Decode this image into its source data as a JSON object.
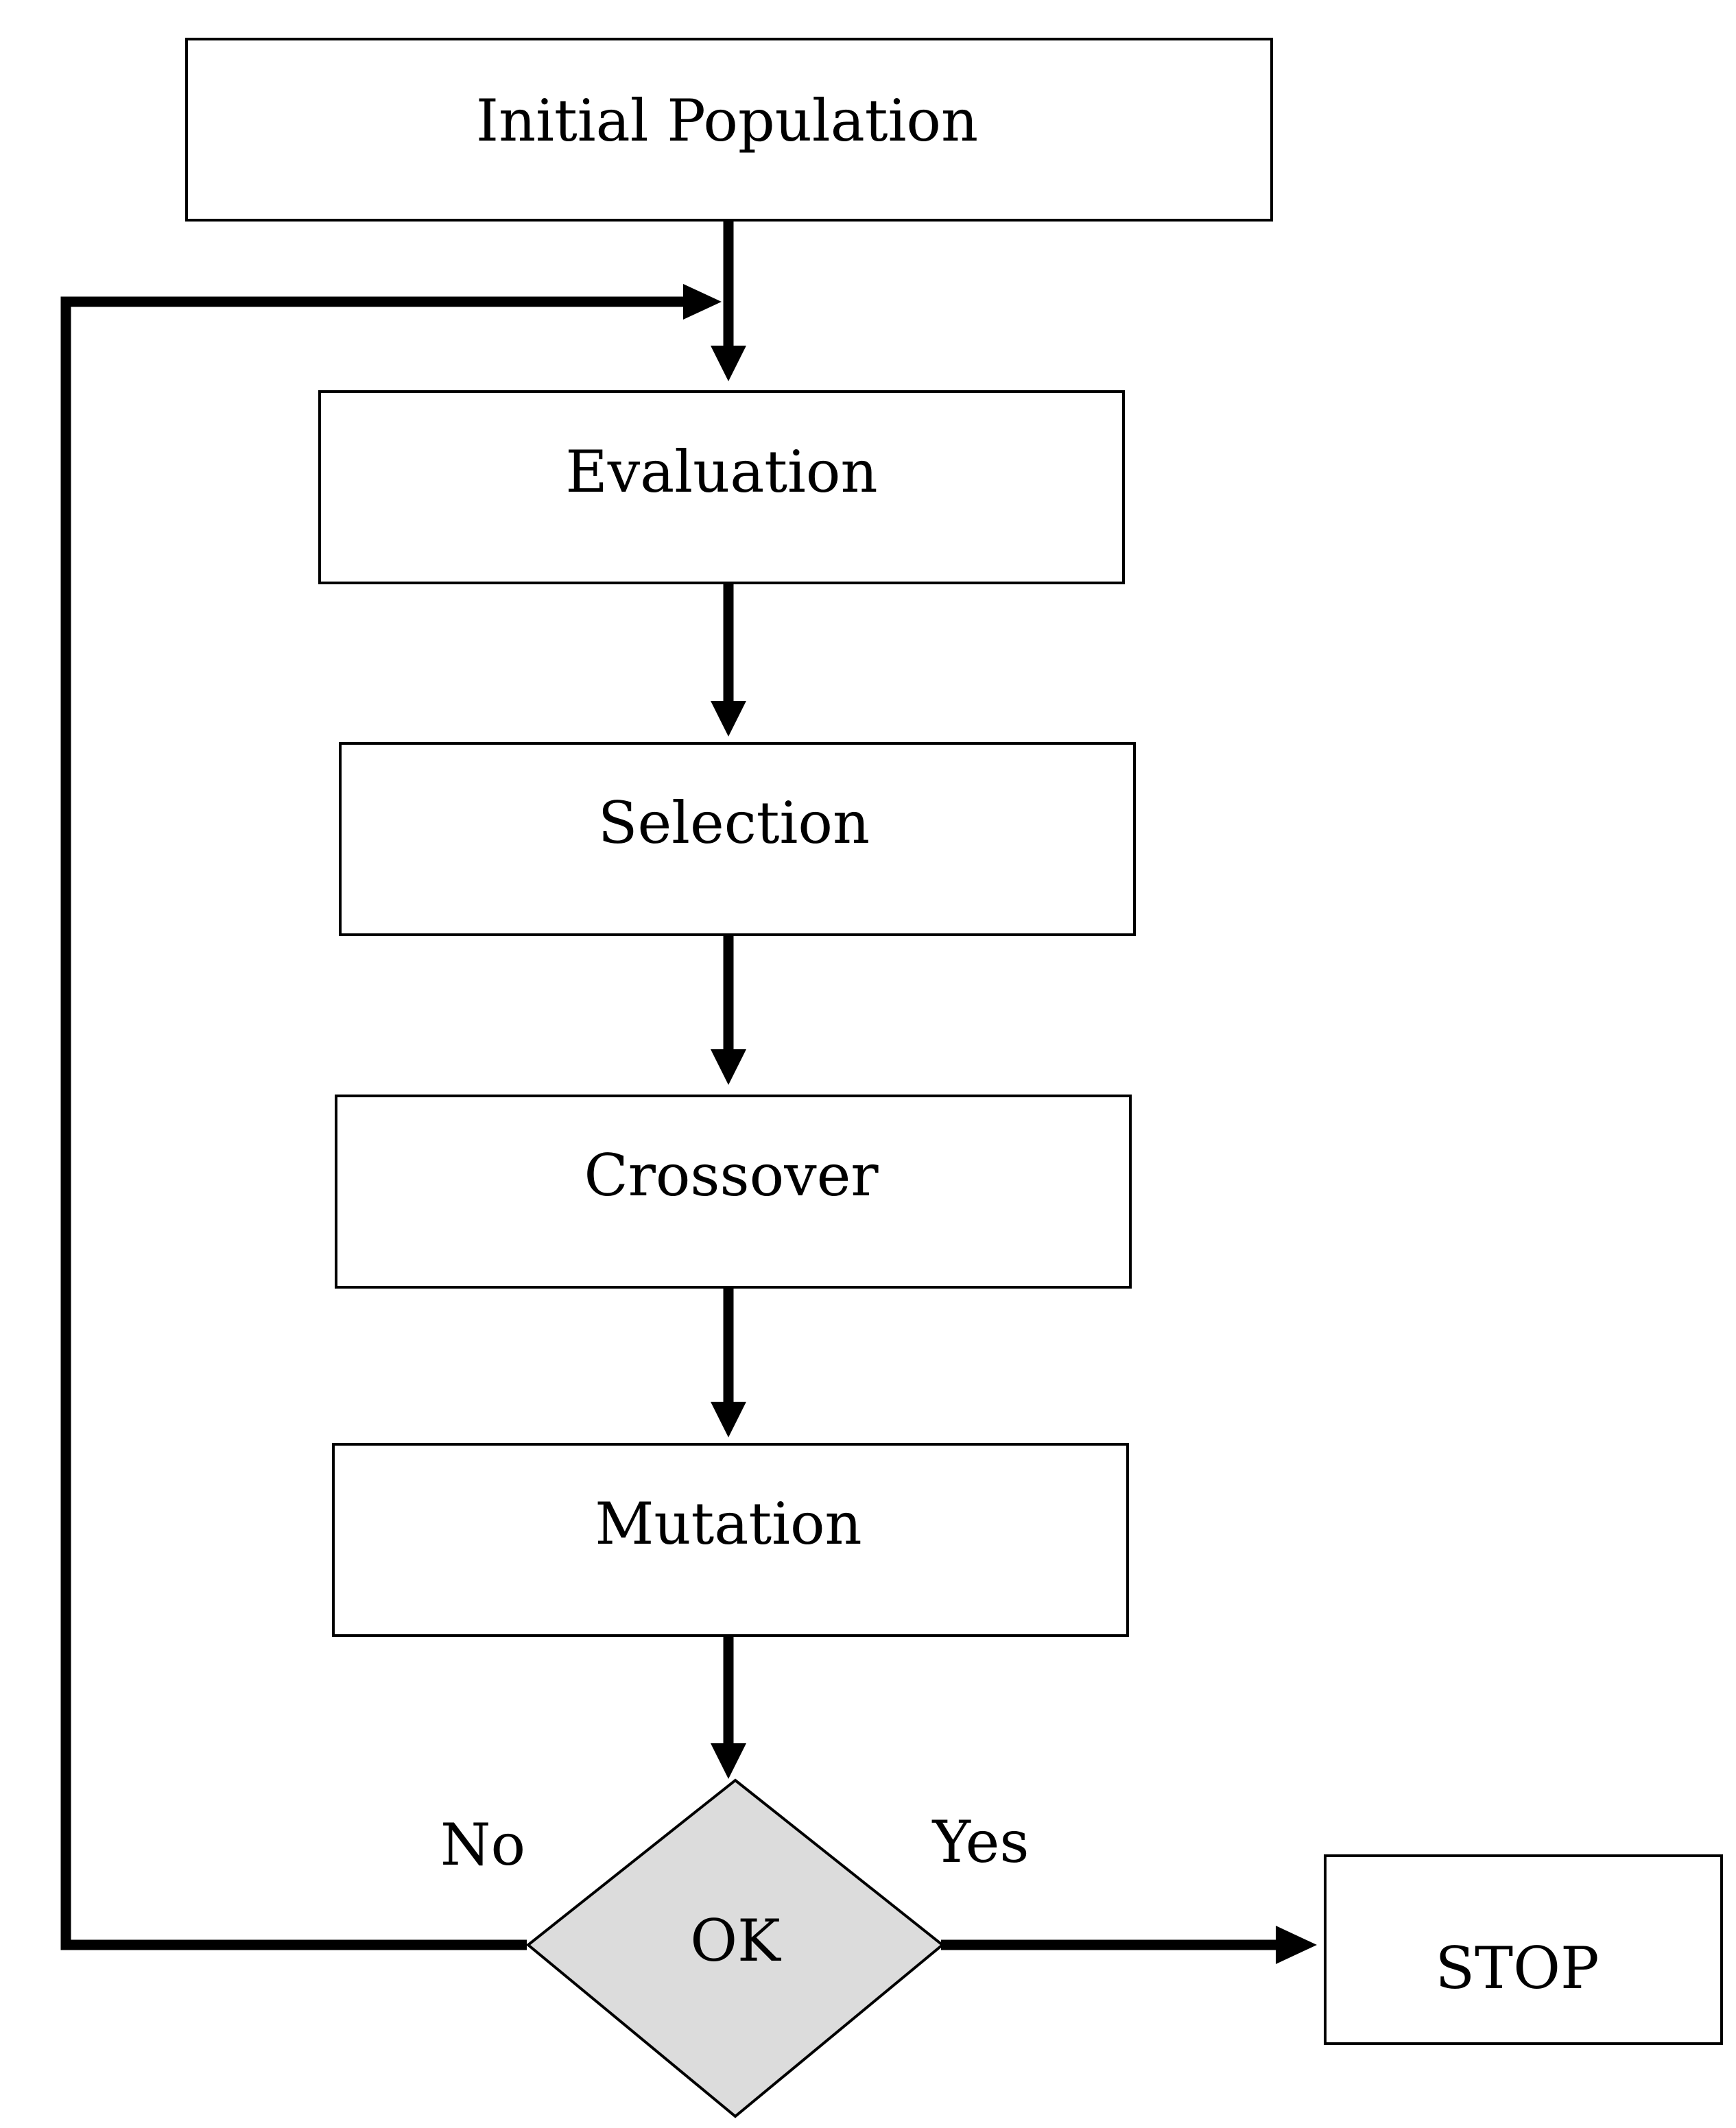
{
  "diagram": {
    "nodes": {
      "initial_population": "Initial Population",
      "evaluation": "Evaluation",
      "selection": "Selection",
      "crossover": "Crossover",
      "mutation": "Mutation",
      "decision": "OK",
      "stop": "STOP"
    },
    "edges": {
      "no_label": "No",
      "yes_label": "Yes"
    },
    "colors": {
      "decision_fill": "#dcdcdc",
      "stroke": "#000000"
    }
  }
}
